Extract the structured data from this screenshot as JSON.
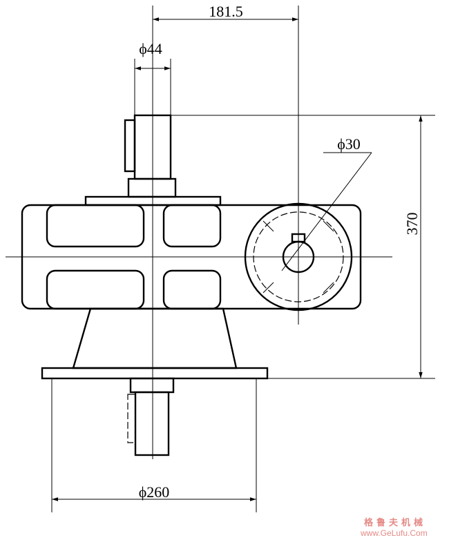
{
  "dimensions": {
    "offset": "181.5",
    "shaft_dia_top": "ϕ44",
    "shaft_dia_key": "ϕ30",
    "height": "370",
    "flange_dia": "ϕ260"
  },
  "watermark": {
    "brand": "格鲁夫机械",
    "url": "www.GeLufu.Com",
    "color": "#e58a86"
  }
}
